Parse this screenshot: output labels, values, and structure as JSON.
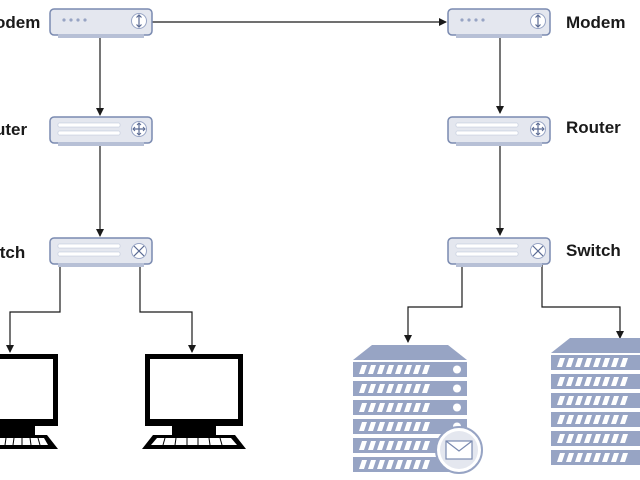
{
  "left_stack": {
    "modem_label": "odem",
    "router_label": "uter",
    "switch_label": "itch"
  },
  "right_stack": {
    "modem_label": "Modem",
    "router_label": "Router",
    "switch_label": "Switch"
  },
  "icons": {
    "modem": "modem-icon",
    "router": "router-icon",
    "switch": "switch-icon",
    "computer": "monitor-icon",
    "server": "server-rack-icon",
    "mail": "envelope-icon"
  },
  "colors": {
    "device_fill": "#e4e7ef",
    "device_stroke": "#7a8ab0",
    "device_dots": "#ffffff",
    "server_band": "#97a4c4",
    "connector": "#1a1a1a",
    "monitor": "#000000"
  }
}
